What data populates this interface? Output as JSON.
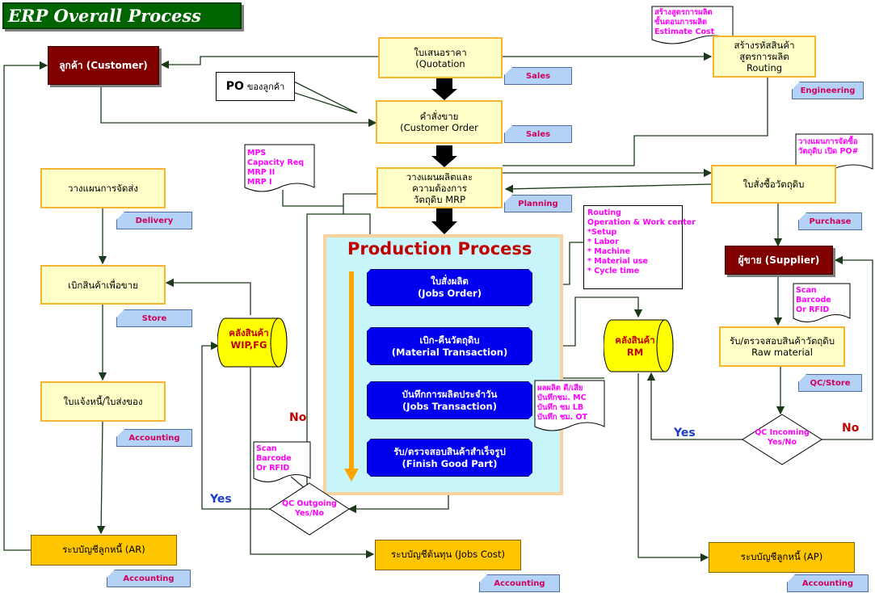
{
  "title": "ERP Overall Process Flow",
  "customer": "ลูกค้า (Customer)",
  "quotation": {
    "line1": "ใบเสนอราคา",
    "line2": "(Quotation"
  },
  "customer_order": {
    "line1": "คำสั่งขาย",
    "line2": "(Customer Order"
  },
  "planning_box": {
    "line1": "วางแผนผลิตและ",
    "line2": "ความต้องการ",
    "line3": "วัตถุดิบ MRP"
  },
  "routing_box": {
    "line1": "สร้างรหัสสินค้า",
    "line2": "สูตรการผลิต",
    "line3": "Routing"
  },
  "purchase_order": "ใบสั่งซื้อวัตถุดิบ",
  "supplier": "ผู้ขาย (Supplier)",
  "receive_raw": {
    "line1": "รับ/ตรวจสอบสินค้าวัตถุดิบ",
    "line2": "Raw material"
  },
  "delivery_plan": "วางแผนการจัดส่ง",
  "issue_for_sale": "เบิกสินค้าเพื่อขาย",
  "invoice": "ใบแจ้งหนี้/ใบส่งของ",
  "ar": "ระบบัญชีลูกหนี้ (AR)",
  "jobs_cost": "ระบบัญชีต้นทุน (Jobs Cost)",
  "ap": "ระบบัญชีลูกหนี้ (AP)",
  "po_customer": {
    "bold": "PO",
    "text": "ของลูกค้า"
  },
  "production": {
    "title": "Production Process",
    "jobs_order": {
      "line1": "ใบสั่งผลิต",
      "line2": "(Jobs Order)"
    },
    "material_txn": {
      "line1": "เบิก-คืนวัตถุดิบ",
      "line2": "(Material Transaction)"
    },
    "jobs_txn": {
      "line1": "บันทึกการผลิตประจำวัน",
      "line2": "(Jobs Transaction)"
    },
    "finish_good": {
      "line1": "รับ/ตรวจสอบสินค้าสำเร็จรูป",
      "line2": "(Finish Good Part)"
    }
  },
  "wip_store": {
    "line1": "คลังสินค้า",
    "line2": "WIP,FG"
  },
  "rm_store": {
    "line1": "คลังสินค้า",
    "line2": "RM"
  },
  "qc_outgoing": {
    "line1": "QC Outgoing",
    "line2": "Yes/No"
  },
  "qc_incoming": {
    "line1": "QC Incoming",
    "line2": "Yes/No"
  },
  "labels": {
    "no_left": "No",
    "yes_left": "Yes",
    "yes_right": "Yes",
    "no_right": "No"
  },
  "tags": {
    "sales1": "Sales",
    "sales2": "Sales",
    "engineering": "Engineering",
    "planning": "Planning",
    "purchase": "Purchase",
    "delivery": "Delivery",
    "store": "Store",
    "qc_store": "QC/Store",
    "accounting_invoice": "Accounting",
    "accounting_ar": "Accounting",
    "accounting_cost": "Accounting",
    "accounting_ap": "Accounting"
  },
  "notes": {
    "estimate": [
      "สร้างสูตรการผลิต",
      "ขั้นตอนการผลิต",
      "Estimate Cost"
    ],
    "mps": [
      "MPS",
      "Capacity Req",
      "MRP II",
      "MRP I"
    ],
    "routing": [
      "Routing",
      "Operation & Work center",
      " *Setup",
      " * Labor",
      " * Machine",
      " * Material use",
      " * Cycle time"
    ],
    "purchase_plan": [
      "วางแผนการจัดซื้อ",
      "วัตถุดิบ เปิด PO#"
    ],
    "scan_supplier": [
      "Scan",
      "Barcode",
      "Or RFID"
    ],
    "scan_production": [
      "Scan",
      "Barcode",
      "Or RFID"
    ],
    "jobs_record": [
      "ผลผลิต ดี/เสีย",
      "บันทึกชม. MC",
      "บันทึก ชม LB",
      "บันทึก ชม. OT"
    ]
  },
  "colors": {
    "title_bg": "#006400",
    "box_fill": "#ffffc8",
    "box_border": "#f5b431",
    "customer_bg": "#800000",
    "job_blue": "#0000ee",
    "tag_bg": "#b4d2f5",
    "tag_text": "#d0005a",
    "accounting_gold": "#ffc600",
    "cylinder_yellow": "#ffff00",
    "note_magenta": "#ff00ff",
    "production_bg": "#c8f5fa"
  }
}
